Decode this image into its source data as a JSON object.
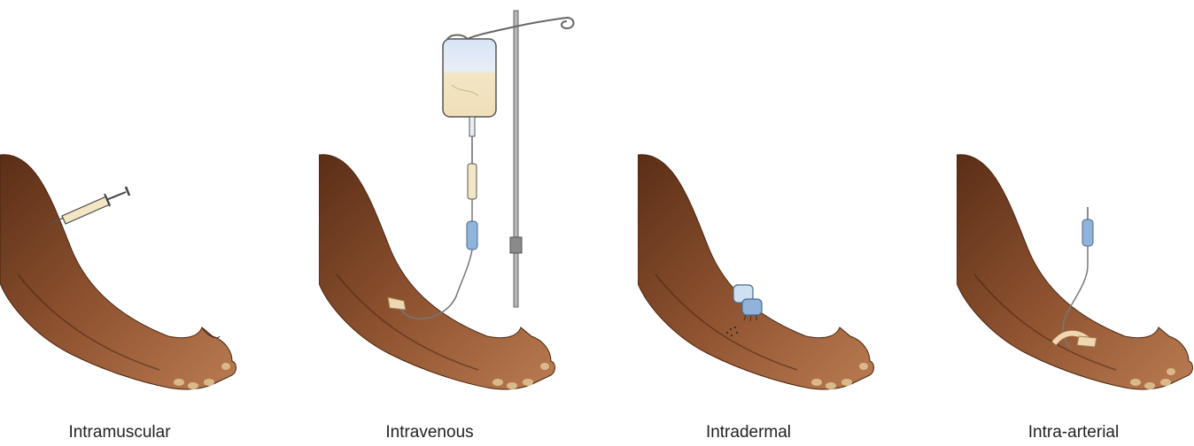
{
  "panels": [
    {
      "label": "Intramuscular",
      "device": "syringe"
    },
    {
      "label": "Intravenous",
      "device": "iv-bag-on-pole"
    },
    {
      "label": "Intradermal",
      "device": "multi-puncture-device"
    },
    {
      "label": "Intra-arterial",
      "device": "arterial-line"
    }
  ],
  "colors": {
    "skin_dark": "#6b3a1e",
    "skin_mid": "#9a5a34",
    "skin_light": "#c58a5e",
    "nail": "#d9b98a",
    "fluid": "#f3e6c4",
    "bag_top": "#d8e4f5",
    "device_blue": "#8fb3d9",
    "tape": "#f0d7b2",
    "pole": "#9a9a9a"
  }
}
